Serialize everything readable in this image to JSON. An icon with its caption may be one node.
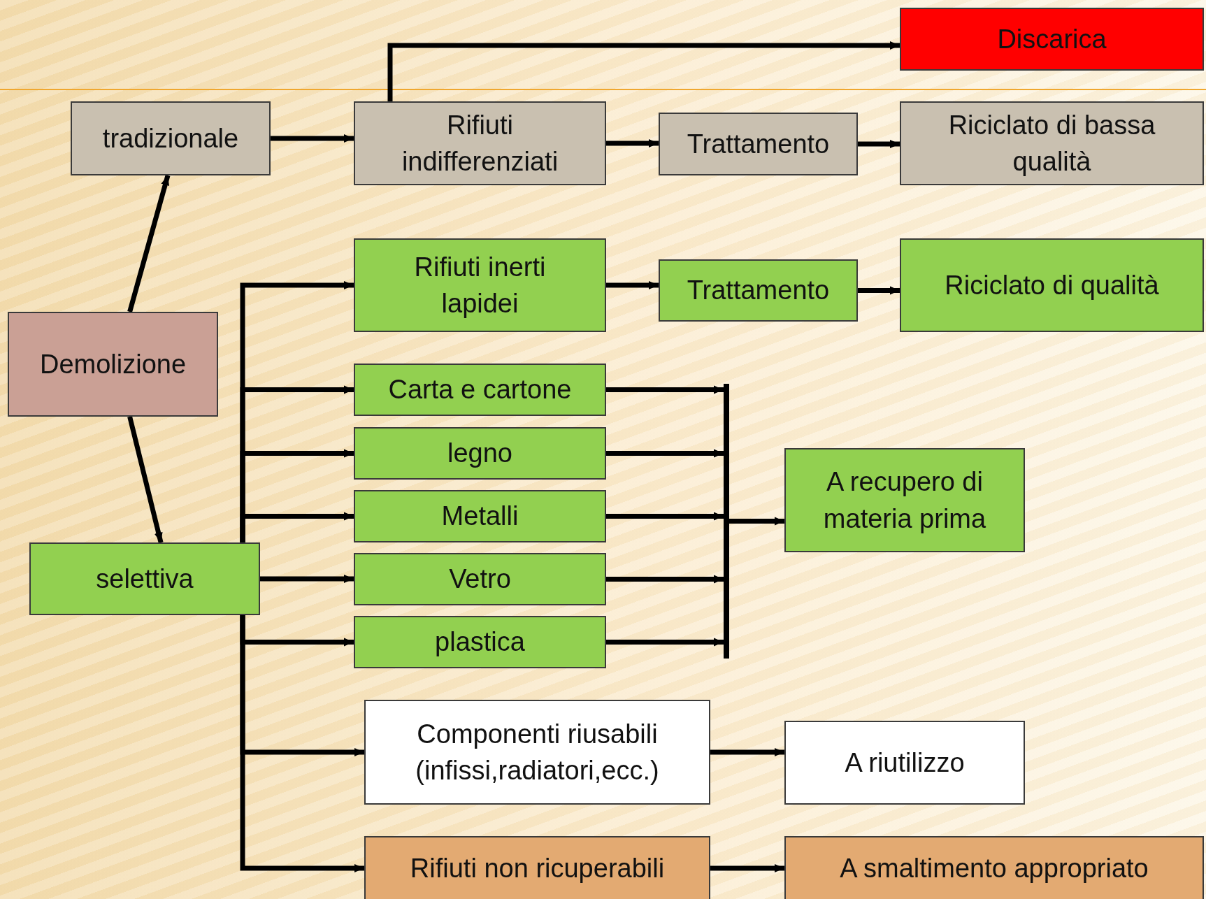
{
  "diagram": {
    "nodes": [
      {
        "text": [
          "Discarica"
        ]
      },
      {
        "text": [
          "tradizionale"
        ]
      },
      {
        "text": [
          "Rifiuti indifferenziati"
        ]
      },
      {
        "text": [
          "Trattamento"
        ]
      },
      {
        "text": [
          "Riciclato di bassa qualità"
        ]
      },
      {
        "text": [
          "Demolizione"
        ]
      },
      {
        "text": [
          "Rifiuti inerti lapidei"
        ]
      },
      {
        "text": [
          "Trattamento"
        ]
      },
      {
        "text": [
          "Riciclato di qualità"
        ]
      },
      {
        "text": [
          "Carta e cartone"
        ]
      },
      {
        "text": [
          "legno"
        ]
      },
      {
        "text": [
          "Metalli"
        ]
      },
      {
        "text": [
          "Vetro"
        ]
      },
      {
        "text": [
          "plastica"
        ]
      },
      {
        "text": [],
        "shape": "bar"
      },
      {
        "text": [
          "A recupero di materia prima"
        ]
      },
      {
        "text": [
          "selettiva"
        ]
      },
      {
        "text": [
          "Componenti  riusabili (infissi,radiatori,ecc.)"
        ]
      },
      {
        "text": [
          "A riutilizzo"
        ]
      },
      {
        "text": [
          "Rifiuti non ricuperabili"
        ]
      },
      {
        "text": [
          "A smaltimento appropriato"
        ]
      }
    ],
    "edges": [
      {
        "from": 1,
        "to": 2,
        "arrow": "to"
      },
      {
        "from": 2,
        "to": 3,
        "arrow": "to"
      },
      {
        "from": 3,
        "to": 4,
        "arrow": "to"
      },
      {
        "from": 2,
        "to": 0,
        "arrow": "to"
      },
      {
        "from": 5,
        "to": 1,
        "arrow": "to"
      },
      {
        "from": 5,
        "to": 16,
        "arrow": "to"
      },
      {
        "from": 16,
        "to": 6,
        "arrow": "to"
      },
      {
        "from": 16,
        "to": 9,
        "arrow": "to"
      },
      {
        "from": 16,
        "to": 10,
        "arrow": "to"
      },
      {
        "from": 16,
        "to": 11,
        "arrow": "to"
      },
      {
        "from": 16,
        "to": 12,
        "arrow": "to"
      },
      {
        "from": 16,
        "to": 13,
        "arrow": "to"
      },
      {
        "from": 16,
        "to": 17,
        "arrow": "to"
      },
      {
        "from": 16,
        "to": 19,
        "arrow": "to"
      },
      {
        "from": 6,
        "to": 7,
        "arrow": "to"
      },
      {
        "from": 7,
        "to": 8,
        "arrow": "to"
      },
      {
        "from": 9,
        "to": 14,
        "arrow": "to"
      },
      {
        "from": 10,
        "to": 14,
        "arrow": "to"
      },
      {
        "from": 11,
        "to": 14,
        "arrow": "to"
      },
      {
        "from": 12,
        "to": 14,
        "arrow": "to"
      },
      {
        "from": 13,
        "to": 14,
        "arrow": "to"
      },
      {
        "from": 14,
        "to": 15,
        "arrow": "to"
      },
      {
        "from": 17,
        "to": 18,
        "arrow": "to"
      },
      {
        "from": 19,
        "to": 20,
        "arrow": "to"
      }
    ]
  }
}
